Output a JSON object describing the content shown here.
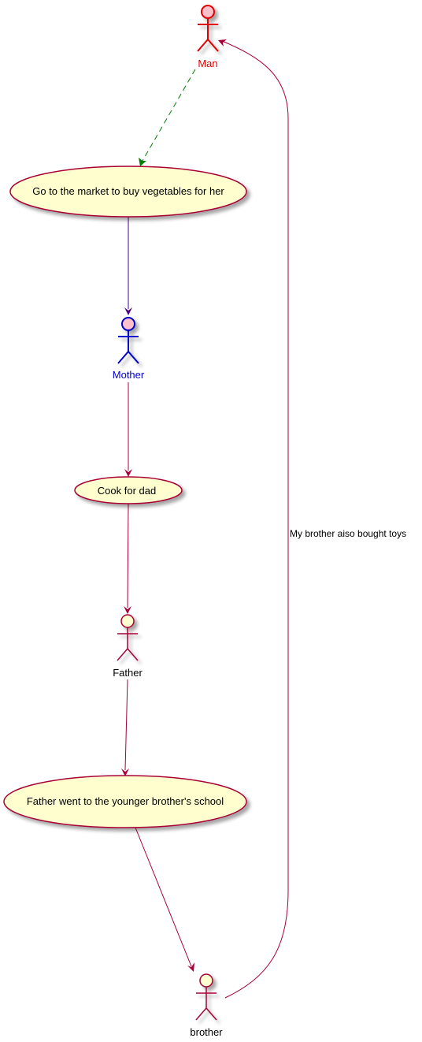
{
  "colors": {
    "usecase_fill": "#FEFECE",
    "usecase_border": "#A80036",
    "default_actor_stroke": "#A80036",
    "default_actor_fill": "#FEFECE",
    "edge": "#A80036",
    "edge_man": "#008000",
    "edge_mother": "#4B0082"
  },
  "actors": {
    "man": {
      "label": "Man",
      "stroke": "#E00000",
      "fill": "#FFC0CB",
      "text_color": "#E00000"
    },
    "mother": {
      "label": "Mother",
      "stroke": "#0000CC",
      "fill": "#FFC0CB",
      "text_color": "#0000CC"
    },
    "father": {
      "label": "Father",
      "stroke": "#A80036",
      "fill": "#FEFECE",
      "text_color": "#000000"
    },
    "brother": {
      "label": "brother",
      "stroke": "#A80036",
      "fill": "#FEFECE",
      "text_color": "#000000"
    }
  },
  "usecases": {
    "market": {
      "label": "Go to the market to buy vegetables for her"
    },
    "cook": {
      "label": "Cook for dad"
    },
    "school": {
      "label": "Father went to the younger brother's school"
    }
  },
  "edges": {
    "brother_to_man": {
      "label": "My brother aiso bought toys"
    }
  }
}
